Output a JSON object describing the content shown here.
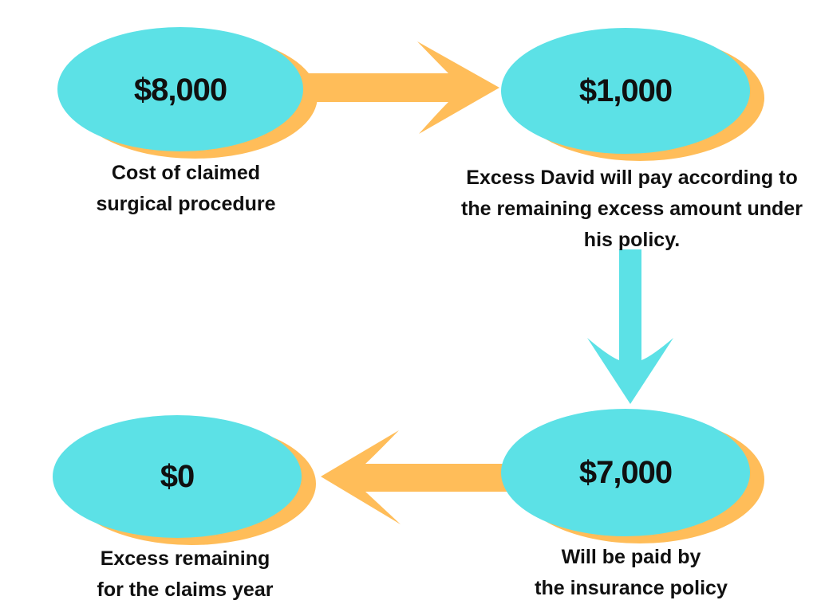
{
  "theme": {
    "background": "#ffffff",
    "cyan": "#5CE1E6",
    "orange": "#FFBD59",
    "text_color": "#101010"
  },
  "diagram": {
    "nodes": [
      {
        "id": "claim-cost",
        "amount": "$8,000",
        "caption_lines": [
          "Cost of claimed",
          "surgical procedure"
        ]
      },
      {
        "id": "excess-paid",
        "amount": "$1,000",
        "caption_lines": [
          "Excess David will pay according to",
          "the remaining excess amount under",
          "his policy."
        ]
      },
      {
        "id": "insurer-pays",
        "amount": "$7,000",
        "caption_lines": [
          "Will be paid by",
          "the insurance policy"
        ]
      },
      {
        "id": "excess-remaining",
        "amount": "$0",
        "caption_lines": [
          "Excess remaining",
          "for the claims year"
        ]
      }
    ],
    "arrows": [
      {
        "id": "right-arrow",
        "direction": "right",
        "color": "#FFBD59"
      },
      {
        "id": "down-arrow",
        "direction": "down",
        "color": "#5CE1E6"
      },
      {
        "id": "left-arrow",
        "direction": "left",
        "color": "#FFBD59"
      }
    ]
  }
}
